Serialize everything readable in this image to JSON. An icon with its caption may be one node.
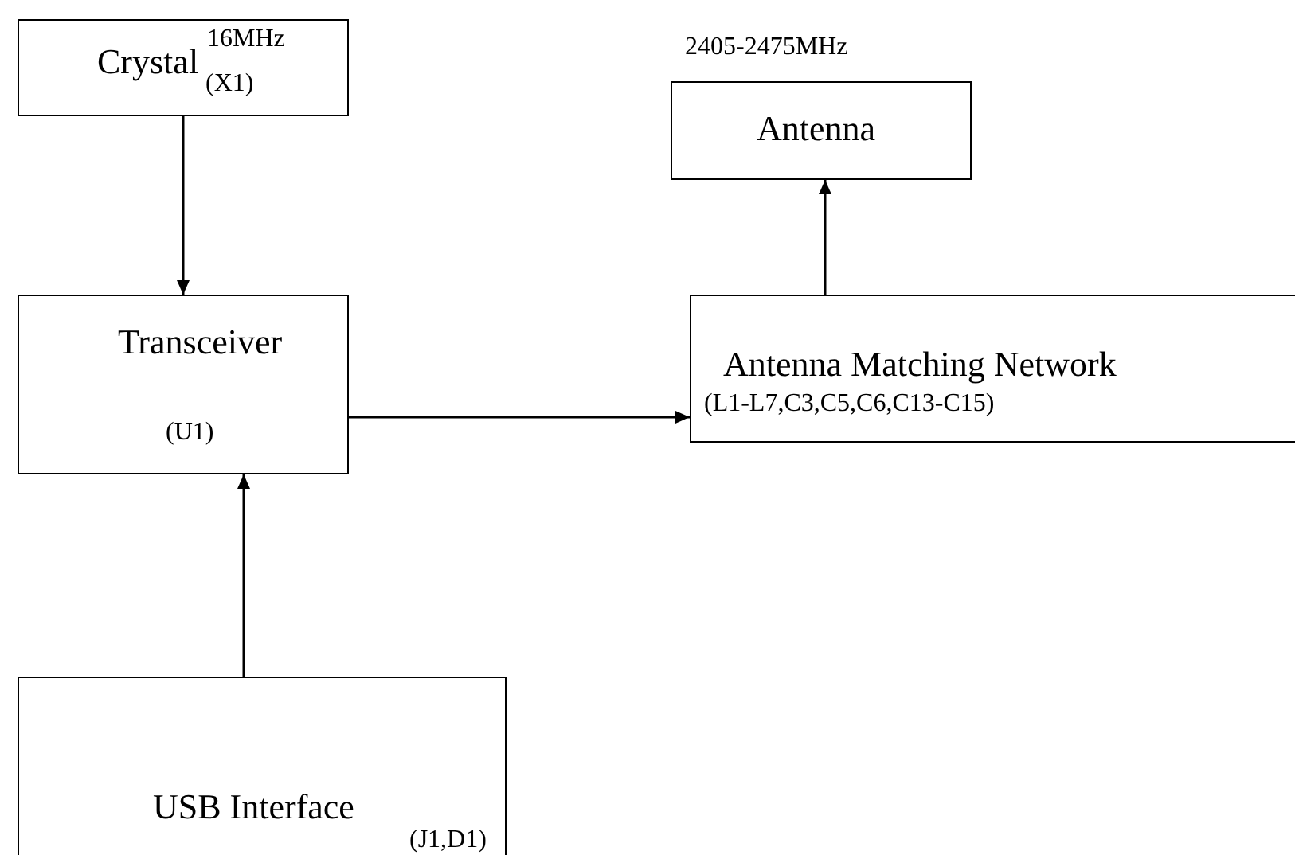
{
  "diagram": {
    "nodes": [
      {
        "text": [
          "Crystal",
          "16MHz",
          "(X1)"
        ]
      },
      {
        "text": [
          "Transceiver",
          "(U1)"
        ]
      },
      {
        "text": [
          "Antenna Matching Network",
          "(L1-L7,C3,C5,C6,C13-C15)"
        ]
      },
      {
        "text": [
          "Antenna"
        ],
        "beside": [
          "2405-2475MHz"
        ]
      },
      {
        "text": [
          "USB Interface",
          "(J1,D1)"
        ]
      }
    ],
    "edges": [
      {
        "from": 0,
        "to": 1,
        "arrow": "to"
      },
      {
        "from": 1,
        "to": 2,
        "arrow": "to"
      },
      {
        "from": 2,
        "to": 3,
        "arrow": "to"
      },
      {
        "from": 4,
        "to": 1,
        "arrow": "to"
      }
    ]
  }
}
